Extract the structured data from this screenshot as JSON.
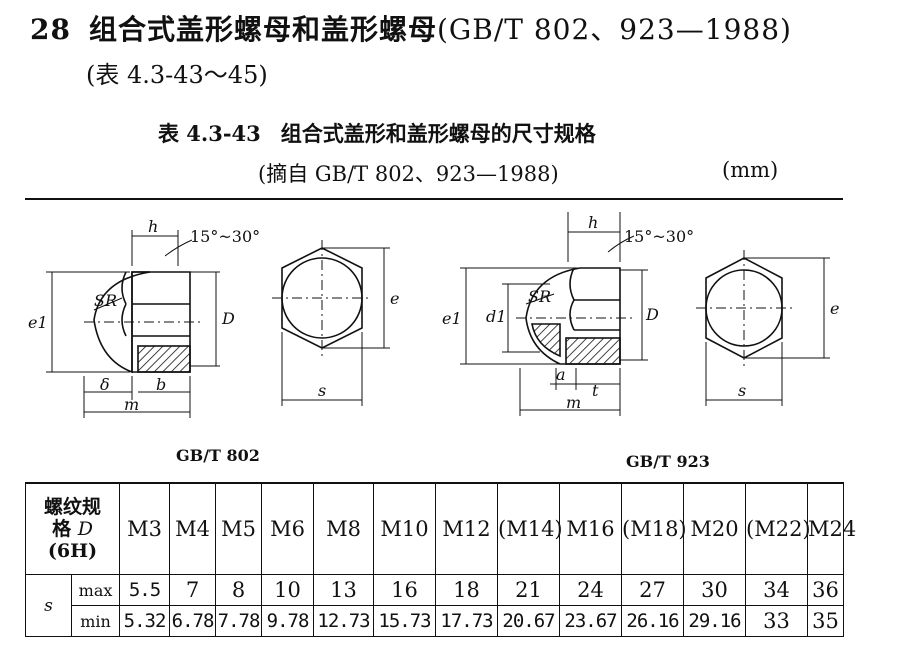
{
  "heading": {
    "number": "28",
    "title": "组合式盖形螺母和盖形螺母",
    "standard": "(GB/T 802、923—1988)",
    "table_range": "(表 4.3-43～45)"
  },
  "table_caption": {
    "number": "表 4.3-43",
    "title": "组合式盖形和盖形螺母的尺寸规格",
    "source": "(摘自 GB/T 802、923—1988)",
    "unit": "(mm)"
  },
  "figure": {
    "left_caption": "GB/T 802",
    "right_caption": "GB/T 923",
    "labels": {
      "h": "h",
      "angle": "15°~30°",
      "D": "D",
      "e1": "e1",
      "SR": "SR",
      "e": "e",
      "s": "s",
      "delta": "δ",
      "b": "b",
      "m": "m",
      "d1": "d1",
      "a": "a",
      "t": "t"
    }
  },
  "spec_table": {
    "header_label": [
      "螺纹规",
      "格 D",
      "(6H)"
    ],
    "header_label_italic": "D",
    "sizes": [
      "M3",
      "M4",
      "M5",
      "M6",
      "M8",
      "M10",
      "M12",
      "(M14)",
      "M16",
      "(M18)",
      "M20",
      "(M22)",
      "M24"
    ],
    "row_symbol": "s",
    "rows": [
      {
        "label": "max",
        "values": [
          "5.5",
          "7",
          "8",
          "10",
          "13",
          "16",
          "18",
          "21",
          "24",
          "27",
          "30",
          "34",
          "36"
        ]
      },
      {
        "label": "min",
        "values": [
          "5.32",
          "6.78",
          "7.78",
          "9.78",
          "12.73",
          "15.73",
          "17.73",
          "20.67",
          "23.67",
          "26.16",
          "29.16",
          "33",
          "35"
        ]
      }
    ]
  }
}
